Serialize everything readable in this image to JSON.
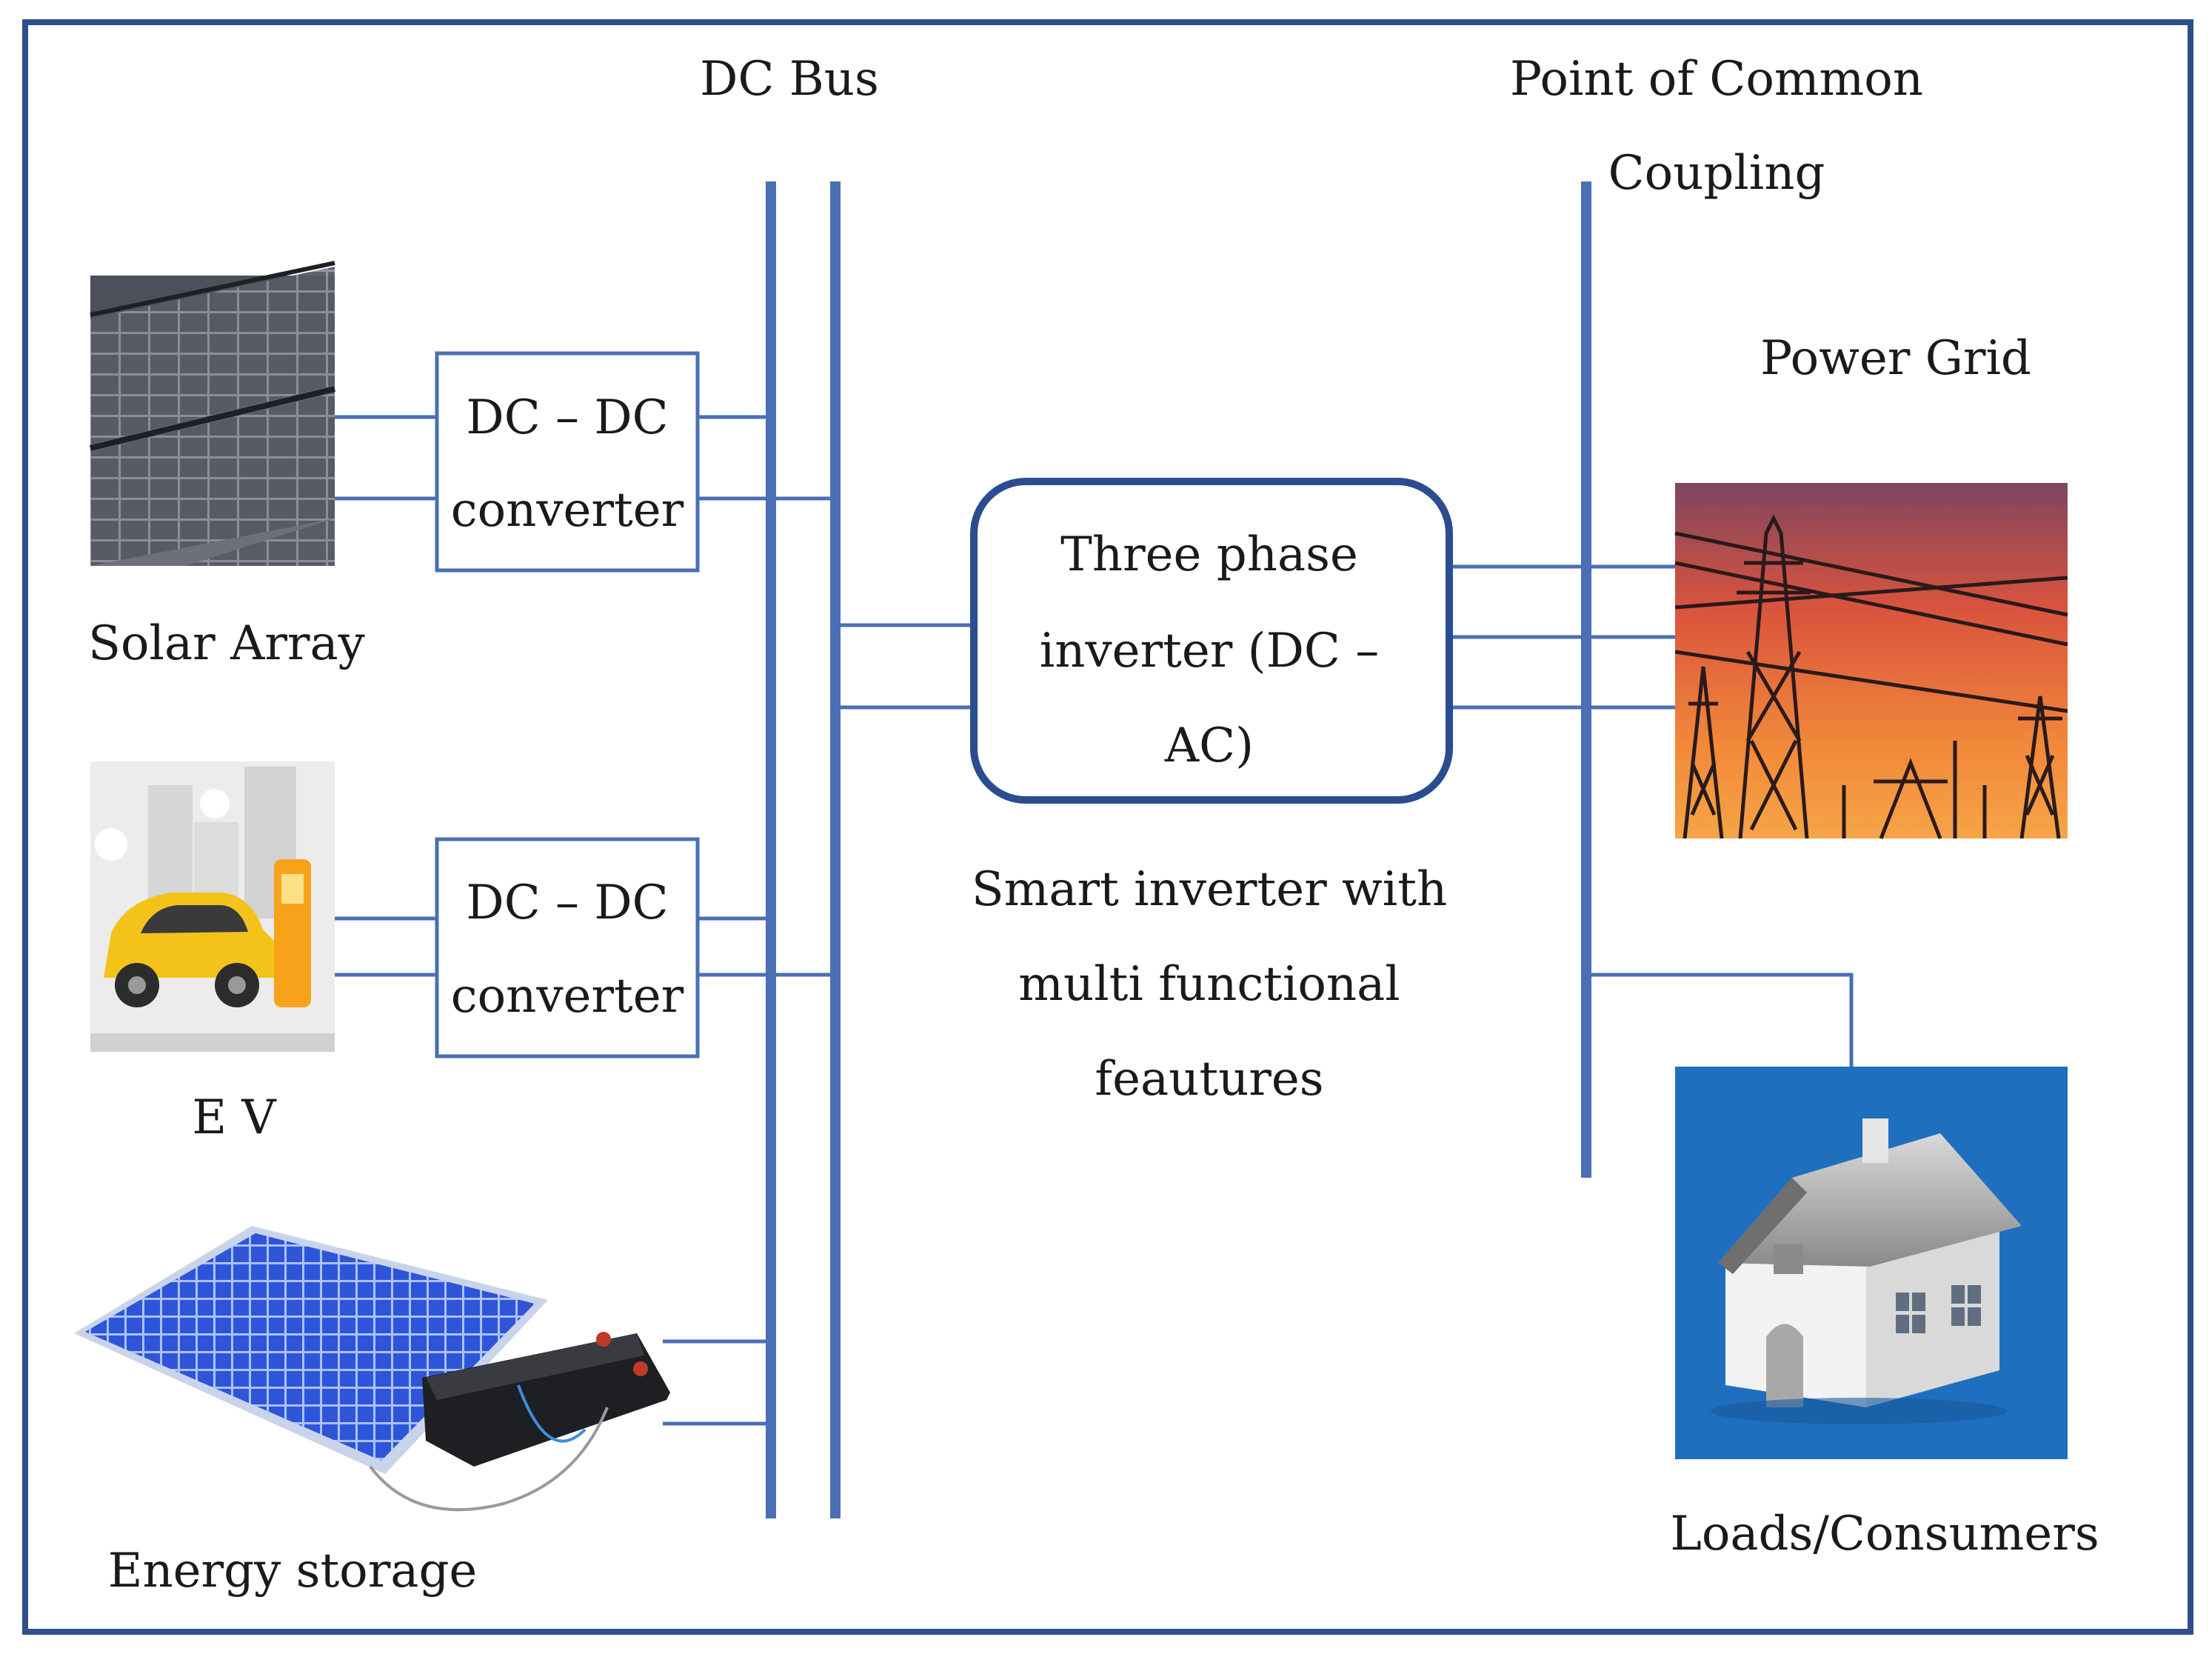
{
  "labels": {
    "dc_bus": "DC Bus",
    "pcc_line1": "Point of Common",
    "pcc_line2": "Coupling",
    "power_grid": "Power Grid",
    "solar_array": "Solar Array",
    "ev": "E V",
    "energy_storage": "Energy storage",
    "loads": "Loads/Consumers"
  },
  "converter_1": {
    "line1": "DC – DC",
    "line2": "converter"
  },
  "converter_2": {
    "line1": "DC – DC",
    "line2": "converter"
  },
  "inverter": {
    "line1": "Three phase",
    "line2": "inverter (DC –",
    "line3": "AC)"
  },
  "smart_inverter_caption": {
    "line1": "Smart inverter  with",
    "line2": "multi functional",
    "line3": "feautures"
  },
  "colors": {
    "bus_line": "#4a6fb5",
    "frame": "#2f4f8a",
    "inverter_border": "#2a4d8f",
    "converter_border": "#4a6fb5",
    "house_bg": "#1f6fbf",
    "grid_sky_top": "#8a4a5a",
    "grid_sky_bottom": "#f39a3a"
  }
}
